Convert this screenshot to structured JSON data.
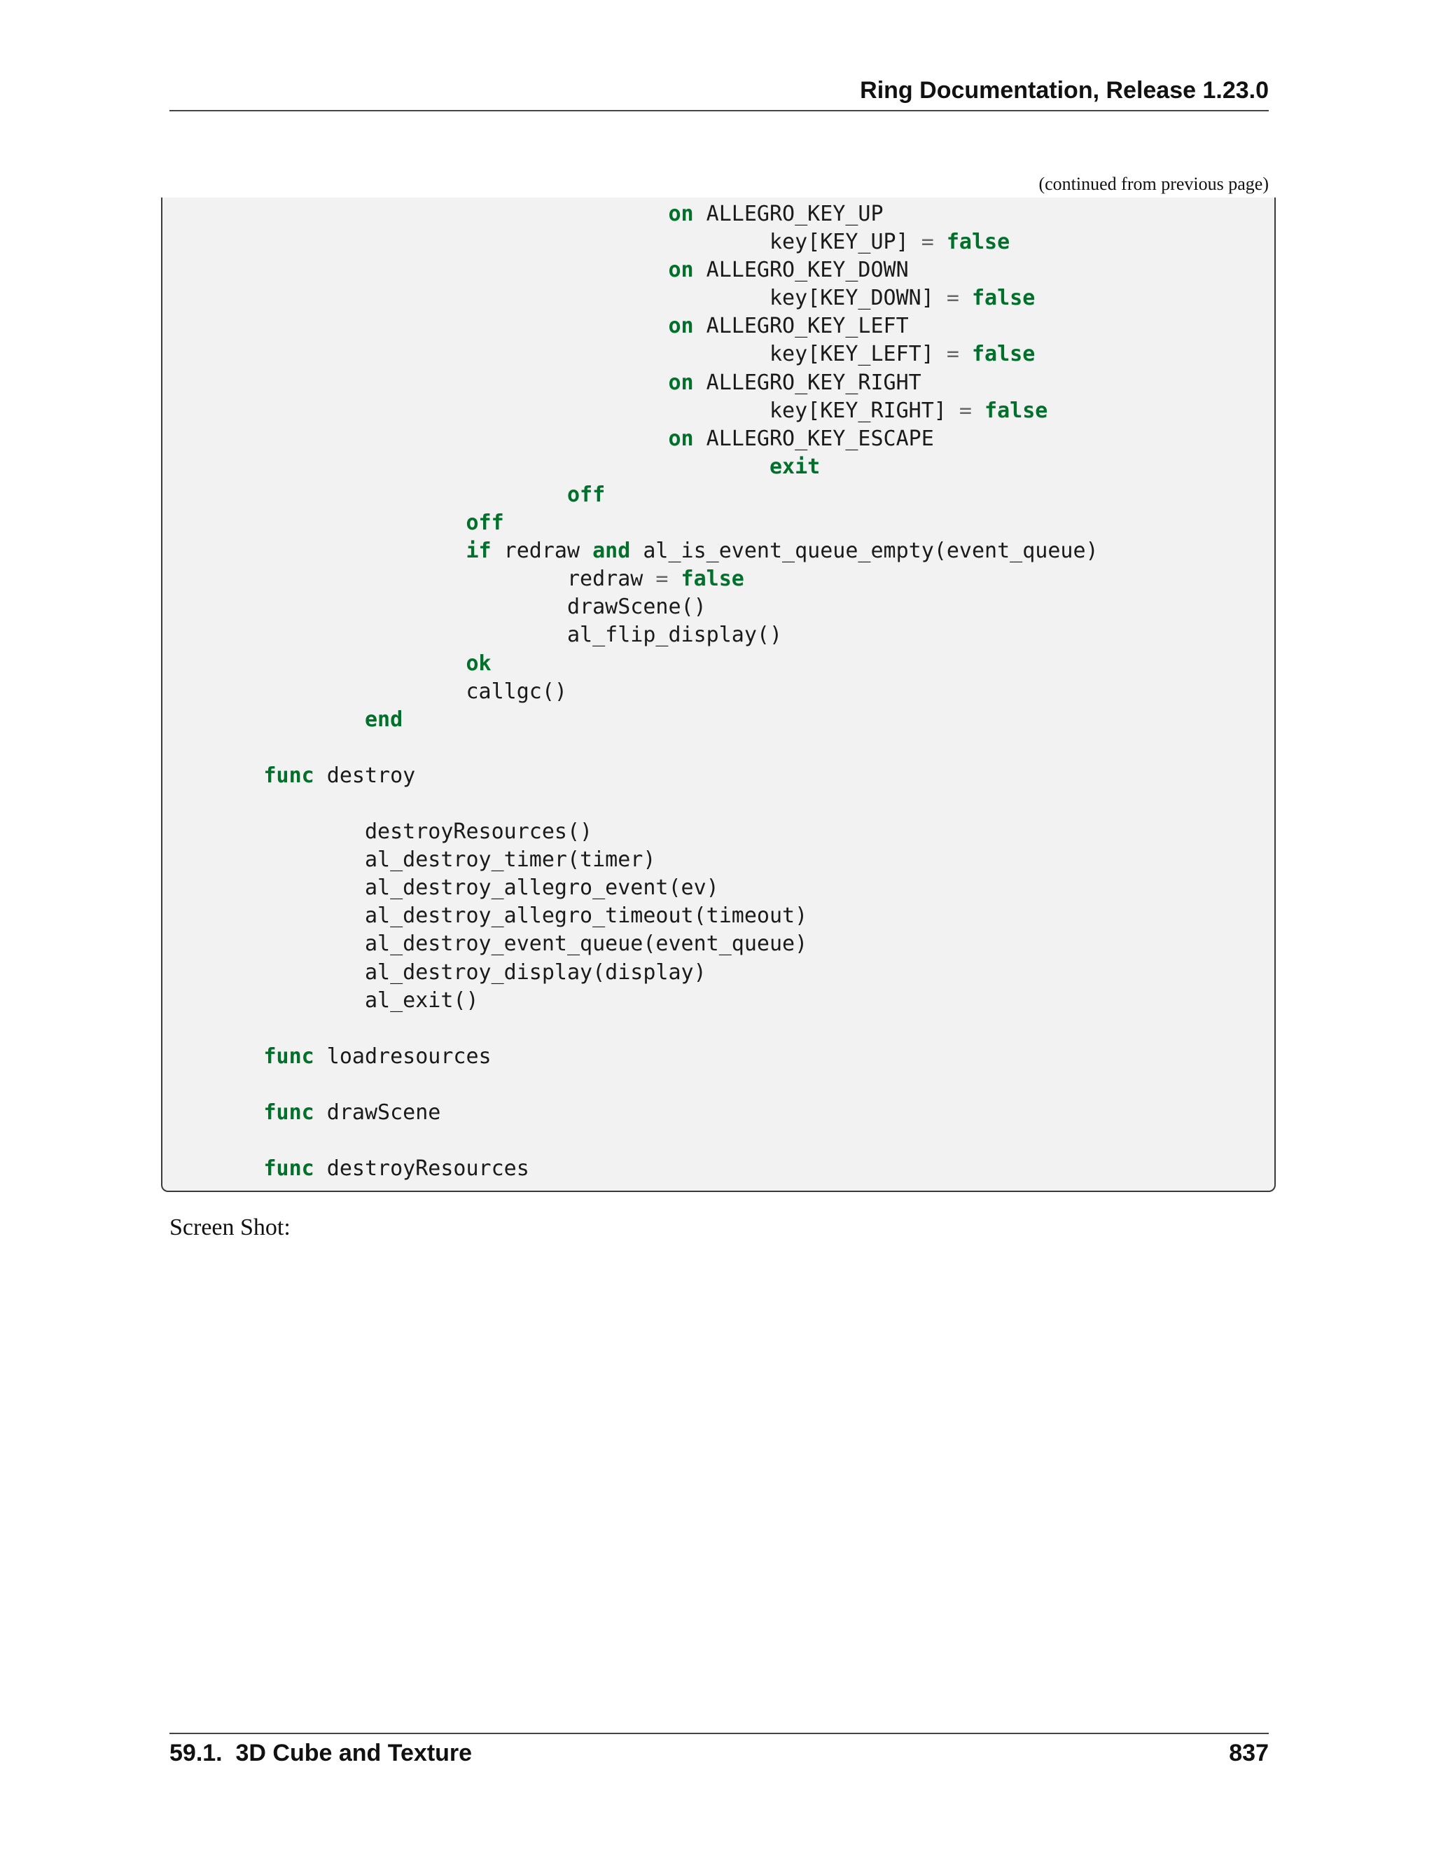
{
  "header": {
    "title": "Ring Documentation, Release 1.23.0"
  },
  "continued_label": "(continued from previous page)",
  "code": {
    "lines": [
      [
        {
          "t": "                                        "
        },
        {
          "t": "on",
          "k": "kw"
        },
        {
          "t": " ALLEGRO_KEY_UP"
        }
      ],
      [
        {
          "t": "                                                key[KEY_UP] "
        },
        {
          "t": "=",
          "k": "op"
        },
        {
          "t": " "
        },
        {
          "t": "false",
          "k": "kw"
        }
      ],
      [
        {
          "t": "                                        "
        },
        {
          "t": "on",
          "k": "kw"
        },
        {
          "t": " ALLEGRO_KEY_DOWN"
        }
      ],
      [
        {
          "t": "                                                key[KEY_DOWN] "
        },
        {
          "t": "=",
          "k": "op"
        },
        {
          "t": " "
        },
        {
          "t": "false",
          "k": "kw"
        }
      ],
      [
        {
          "t": "                                        "
        },
        {
          "t": "on",
          "k": "kw"
        },
        {
          "t": " ALLEGRO_KEY_LEFT"
        }
      ],
      [
        {
          "t": "                                                key[KEY_LEFT] "
        },
        {
          "t": "=",
          "k": "op"
        },
        {
          "t": " "
        },
        {
          "t": "false",
          "k": "kw"
        }
      ],
      [
        {
          "t": "                                        "
        },
        {
          "t": "on",
          "k": "kw"
        },
        {
          "t": " ALLEGRO_KEY_RIGHT"
        }
      ],
      [
        {
          "t": "                                                key[KEY_RIGHT] "
        },
        {
          "t": "=",
          "k": "op"
        },
        {
          "t": " "
        },
        {
          "t": "false",
          "k": "kw"
        }
      ],
      [
        {
          "t": "                                        "
        },
        {
          "t": "on",
          "k": "kw"
        },
        {
          "t": " ALLEGRO_KEY_ESCAPE"
        }
      ],
      [
        {
          "t": "                                                "
        },
        {
          "t": "exit",
          "k": "kw"
        }
      ],
      [
        {
          "t": "                                "
        },
        {
          "t": "off",
          "k": "kw"
        }
      ],
      [
        {
          "t": "                        "
        },
        {
          "t": "off",
          "k": "kw"
        }
      ],
      [
        {
          "t": "                        "
        },
        {
          "t": "if",
          "k": "kw"
        },
        {
          "t": " redraw "
        },
        {
          "t": "and",
          "k": "kw"
        },
        {
          "t": " al_is_event_queue_empty(event_queue)"
        }
      ],
      [
        {
          "t": "                                redraw "
        },
        {
          "t": "=",
          "k": "op"
        },
        {
          "t": " "
        },
        {
          "t": "false",
          "k": "kw"
        }
      ],
      [
        {
          "t": "                                drawScene()"
        }
      ],
      [
        {
          "t": "                                al_flip_display()"
        }
      ],
      [
        {
          "t": "                        "
        },
        {
          "t": "ok",
          "k": "kw"
        }
      ],
      [
        {
          "t": "                        callgc()"
        }
      ],
      [
        {
          "t": "                "
        },
        {
          "t": "end",
          "k": "kw"
        }
      ],
      [],
      [
        {
          "t": "        "
        },
        {
          "t": "func",
          "k": "kw"
        },
        {
          "t": " destroy"
        }
      ],
      [],
      [
        {
          "t": "                destroyResources()"
        }
      ],
      [
        {
          "t": "                al_destroy_timer(timer)"
        }
      ],
      [
        {
          "t": "                al_destroy_allegro_event(ev)"
        }
      ],
      [
        {
          "t": "                al_destroy_allegro_timeout(timeout)"
        }
      ],
      [
        {
          "t": "                al_destroy_event_queue(event_queue)"
        }
      ],
      [
        {
          "t": "                al_destroy_display(display)"
        }
      ],
      [
        {
          "t": "                al_exit()"
        }
      ],
      [],
      [
        {
          "t": "        "
        },
        {
          "t": "func",
          "k": "kw"
        },
        {
          "t": " loadresources"
        }
      ],
      [],
      [
        {
          "t": "        "
        },
        {
          "t": "func",
          "k": "kw"
        },
        {
          "t": " drawScene"
        }
      ],
      [],
      [
        {
          "t": "        "
        },
        {
          "t": "func",
          "k": "kw"
        },
        {
          "t": " destroyResources"
        }
      ]
    ]
  },
  "body_text": {
    "screenshot_label": "Screen Shot:"
  },
  "footer": {
    "section": "59.1.  3D Cube and Texture",
    "page_number": "837"
  }
}
